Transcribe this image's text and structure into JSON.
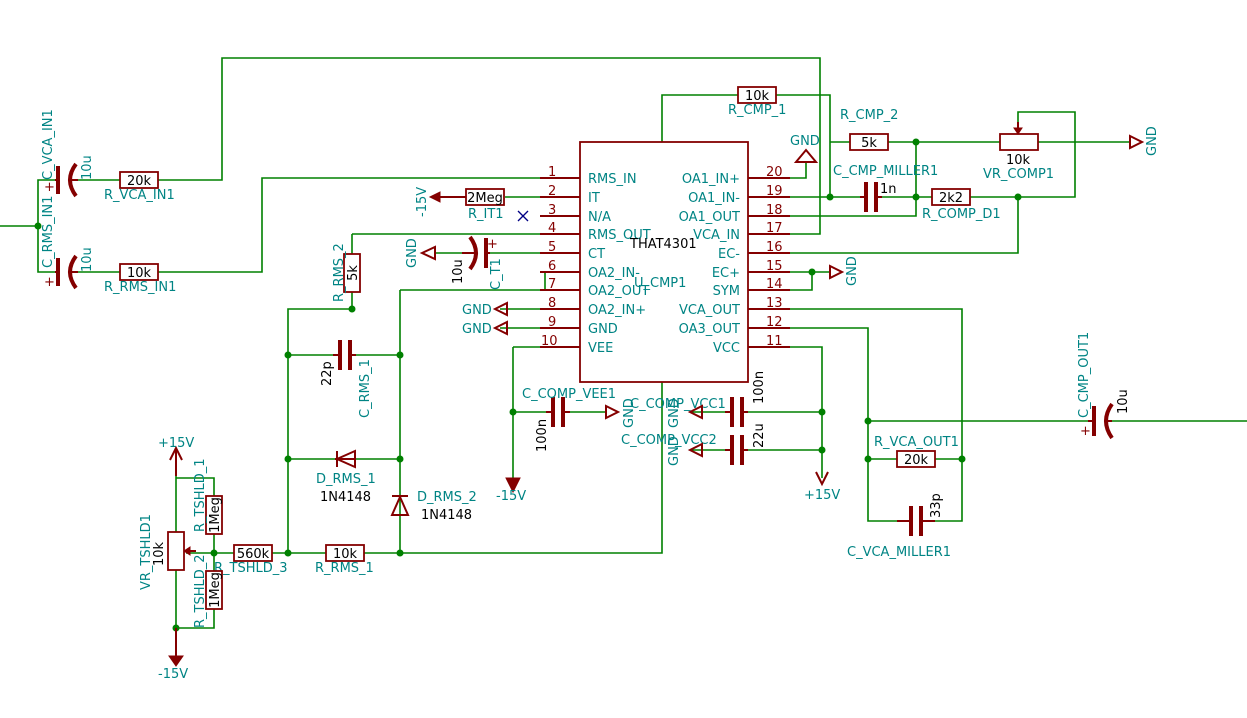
{
  "ic": {
    "value": "THAT4301",
    "ref": "U_CMP1",
    "pins": [
      {
        "num": "1",
        "name": "RMS_IN"
      },
      {
        "num": "2",
        "name": "IT"
      },
      {
        "num": "3",
        "name": "N/A"
      },
      {
        "num": "4",
        "name": "RMS_OUT"
      },
      {
        "num": "5",
        "name": "CT"
      },
      {
        "num": "6",
        "name": "OA2_IN-"
      },
      {
        "num": "7",
        "name": "OA2_OUT"
      },
      {
        "num": "8",
        "name": "OA2_IN+"
      },
      {
        "num": "9",
        "name": "GND"
      },
      {
        "num": "10",
        "name": "VEE"
      },
      {
        "num": "20",
        "name": "OA1_IN+"
      },
      {
        "num": "19",
        "name": "OA1_IN-"
      },
      {
        "num": "18",
        "name": "OA1_OUT"
      },
      {
        "num": "17",
        "name": "VCA_IN"
      },
      {
        "num": "16",
        "name": "EC-"
      },
      {
        "num": "15",
        "name": "EC+"
      },
      {
        "num": "14",
        "name": "SYM"
      },
      {
        "num": "13",
        "name": "VCA_OUT"
      },
      {
        "num": "12",
        "name": "OA3_OUT"
      },
      {
        "num": "11",
        "name": "VCC"
      }
    ]
  },
  "components": {
    "c_vca_in1": {
      "ref": "C_VCA_IN1",
      "value": "10u"
    },
    "c_rms_in1": {
      "ref": "C_RMS_IN1",
      "value": "10u"
    },
    "r_vca_in1": {
      "ref": "R_VCA_IN1",
      "value": "20k"
    },
    "r_rms_in1": {
      "ref": "R_RMS_IN1",
      "value": "10k"
    },
    "r_it1": {
      "ref": "R_IT1",
      "value": "2Meg"
    },
    "c_t1": {
      "ref": "C_T1",
      "value": "10u"
    },
    "r_rms_2": {
      "ref": "R_RMS_2",
      "value": "5k"
    },
    "c_rms_1": {
      "ref": "C_RMS_1",
      "value": "22p"
    },
    "d_rms_1": {
      "ref": "D_RMS_1",
      "value": "1N4148"
    },
    "d_rms_2": {
      "ref": "D_RMS_2",
      "value": "1N4148"
    },
    "r_rms_1": {
      "ref": "R_RMS_1",
      "value": "10k"
    },
    "r_tshld_3": {
      "ref": "R_TSHLD_3",
      "value": "560k"
    },
    "r_tshld_1": {
      "ref": "R_TSHLD_1",
      "value": "1Meg"
    },
    "r_tshld_2": {
      "ref": "R_TSHLD_2",
      "value": "1Meg"
    },
    "vr_tshld1": {
      "ref": "VR_TSHLD1",
      "value": "10k"
    },
    "r_cmp_1": {
      "ref": "R_CMP_1",
      "value": "10k"
    },
    "r_cmp_2": {
      "ref": "R_CMP_2",
      "value": "5k"
    },
    "vr_comp1": {
      "ref": "VR_COMP1",
      "value": "10k"
    },
    "c_cmp_miller1": {
      "ref": "C_CMP_MILLER1",
      "value": "1n"
    },
    "r_comp_d1": {
      "ref": "R_COMP_D1",
      "value": "2k2"
    },
    "c_comp_vee1": {
      "ref": "C_COMP_VEE1",
      "value": "100n"
    },
    "c_comp_vcc1": {
      "ref": "C_COMP_VCC1",
      "value": "100n"
    },
    "c_comp_vcc2": {
      "ref": "C_COMP_VCC2",
      "value": "22u"
    },
    "r_vca_out1": {
      "ref": "R_VCA_OUT1",
      "value": "20k"
    },
    "c_vca_miller1": {
      "ref": "C_VCA_MILLER1",
      "value": "33p"
    },
    "c_cmp_out1": {
      "ref": "C_CMP_OUT1",
      "value": "10u"
    }
  },
  "power": {
    "gnd": "GND",
    "pos15": "+15V",
    "neg15": "-15V"
  },
  "symbols": {
    "plus": "+",
    "no_connect": "×"
  }
}
